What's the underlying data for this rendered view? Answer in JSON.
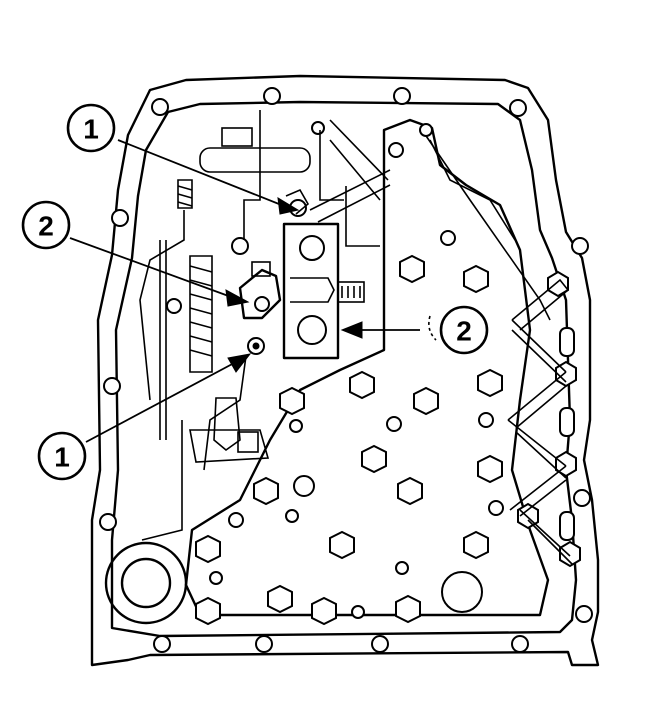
{
  "callouts": [
    {
      "id": "callout-1-top",
      "label": "1"
    },
    {
      "id": "callout-2-left",
      "label": "2"
    },
    {
      "id": "callout-1-bottom",
      "label": "1"
    },
    {
      "id": "callout-2-right",
      "label": "2"
    }
  ]
}
